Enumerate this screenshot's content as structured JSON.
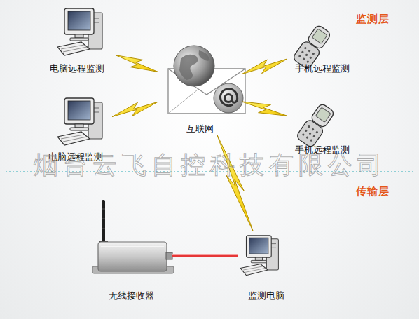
{
  "diagram": {
    "nodes": [
      {
        "text": [
          "电脑远程监测"
        ]
      },
      {
        "text": [
          "手机远程监测"
        ]
      },
      {
        "text": [
          "互联网"
        ]
      },
      {
        "text": [
          "电脑远程监测"
        ]
      },
      {
        "text": [
          "手机远程监测"
        ]
      },
      {
        "text": [
          "无线接收器"
        ]
      },
      {
        "text": [
          "监测电脑"
        ]
      }
    ],
    "edges": [
      {
        "from": 0,
        "to": 2,
        "arrow": "none"
      },
      {
        "from": 1,
        "to": 2,
        "arrow": "none"
      },
      {
        "from": 3,
        "to": 2,
        "arrow": "none"
      },
      {
        "from": 4,
        "to": 2,
        "arrow": "none"
      },
      {
        "from": 2,
        "to": 6,
        "arrow": "none"
      },
      {
        "from": 5,
        "to": 6,
        "arrow": "none"
      }
    ],
    "labels": [
      "监测层",
      "传输层",
      "烟台云飞自控科技有限公司"
    ]
  }
}
